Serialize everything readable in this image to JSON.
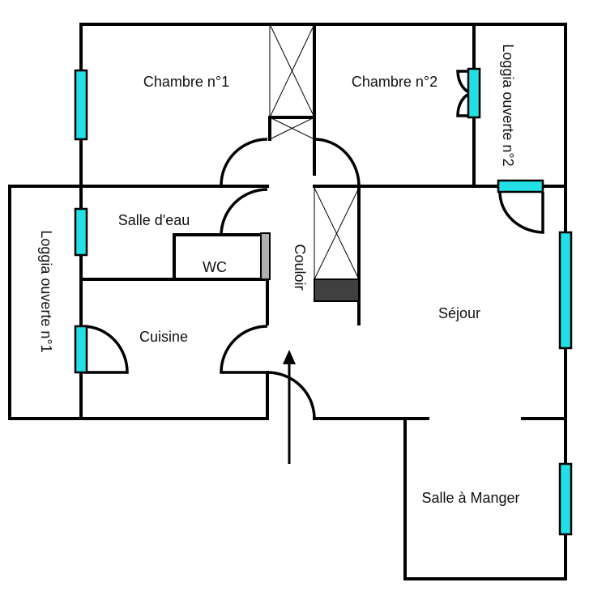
{
  "rooms": {
    "chambre1": "Chambre n°1",
    "chambre2": "Chambre n°2",
    "salle_eau": "Salle d'eau",
    "wc": "WC",
    "couloir": "Couloir",
    "sejour": "Séjour",
    "cuisine": "Cuisine",
    "salle_manger": "Salle à Manger",
    "loggia1": "Loggia ouverte n°1",
    "loggia2": "Loggia ouverte n°2"
  },
  "colors": {
    "window": "#22e0e6",
    "wc_door": "#b0b0b0",
    "cabinet": "#404040"
  },
  "icons": {
    "entrance": "entrance-arrow-icon"
  }
}
